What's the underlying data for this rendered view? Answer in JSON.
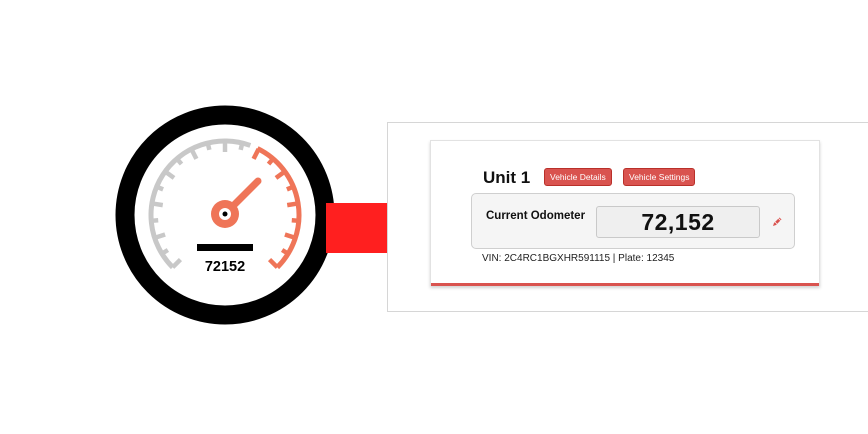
{
  "gauge": {
    "odometer_reading": "72152",
    "colors": {
      "ring": "#000000",
      "ticks": "#c8c8c8",
      "accent": "#ef7558",
      "bar": "#000000"
    }
  },
  "arrow": {
    "color": "#ff1f1f"
  },
  "vehicle_card": {
    "unit_title": "Unit 1",
    "vehicle_details_label": "Vehicle Details",
    "vehicle_settings_label": "Vehicle Settings",
    "odometer_label": "Current Odometer",
    "odometer_value": "72,152",
    "edit_icon": "pencil-icon",
    "vin_line": "VIN: 2C4RC1BGXHR591115 | Plate: 12345",
    "accent_color": "#d9534f"
  }
}
